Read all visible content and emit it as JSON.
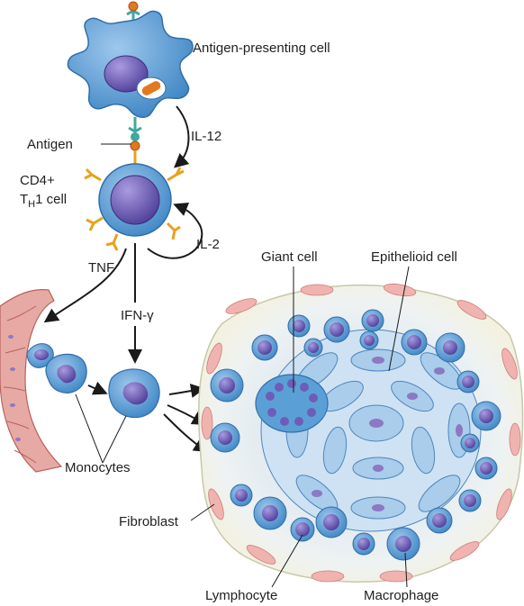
{
  "labels": {
    "apc": "Antigen-presenting cell",
    "antigen": "Antigen",
    "il12": "IL-12",
    "cd4_line1": "CD4+",
    "th_T": "T",
    "th_H": "H",
    "th_rest": "1 cell",
    "il2": "IL-2",
    "tnf": "TNF",
    "ifn": "IFN-γ",
    "giant_cell": "Giant cell",
    "epithelioid_cell": "Epithelioid cell",
    "monocytes": "Monocytes",
    "fibroblast": "Fibroblast",
    "lymphocyte": "Lymphocyte",
    "macrophage": "Macrophage"
  },
  "colors": {
    "cell_blue": "#5aa0d6",
    "cell_light": "#a9cdea",
    "nucleus": "#6f5cb8",
    "receptor": "#e7a21d",
    "antigen_teal": "#3fa8a0",
    "antigen_orange": "#e4781f",
    "vessel": "#e7a9a4",
    "fibroblast": "#f1b3b0",
    "stroma": "#f4f1de",
    "arrow": "#1a1a1a"
  }
}
